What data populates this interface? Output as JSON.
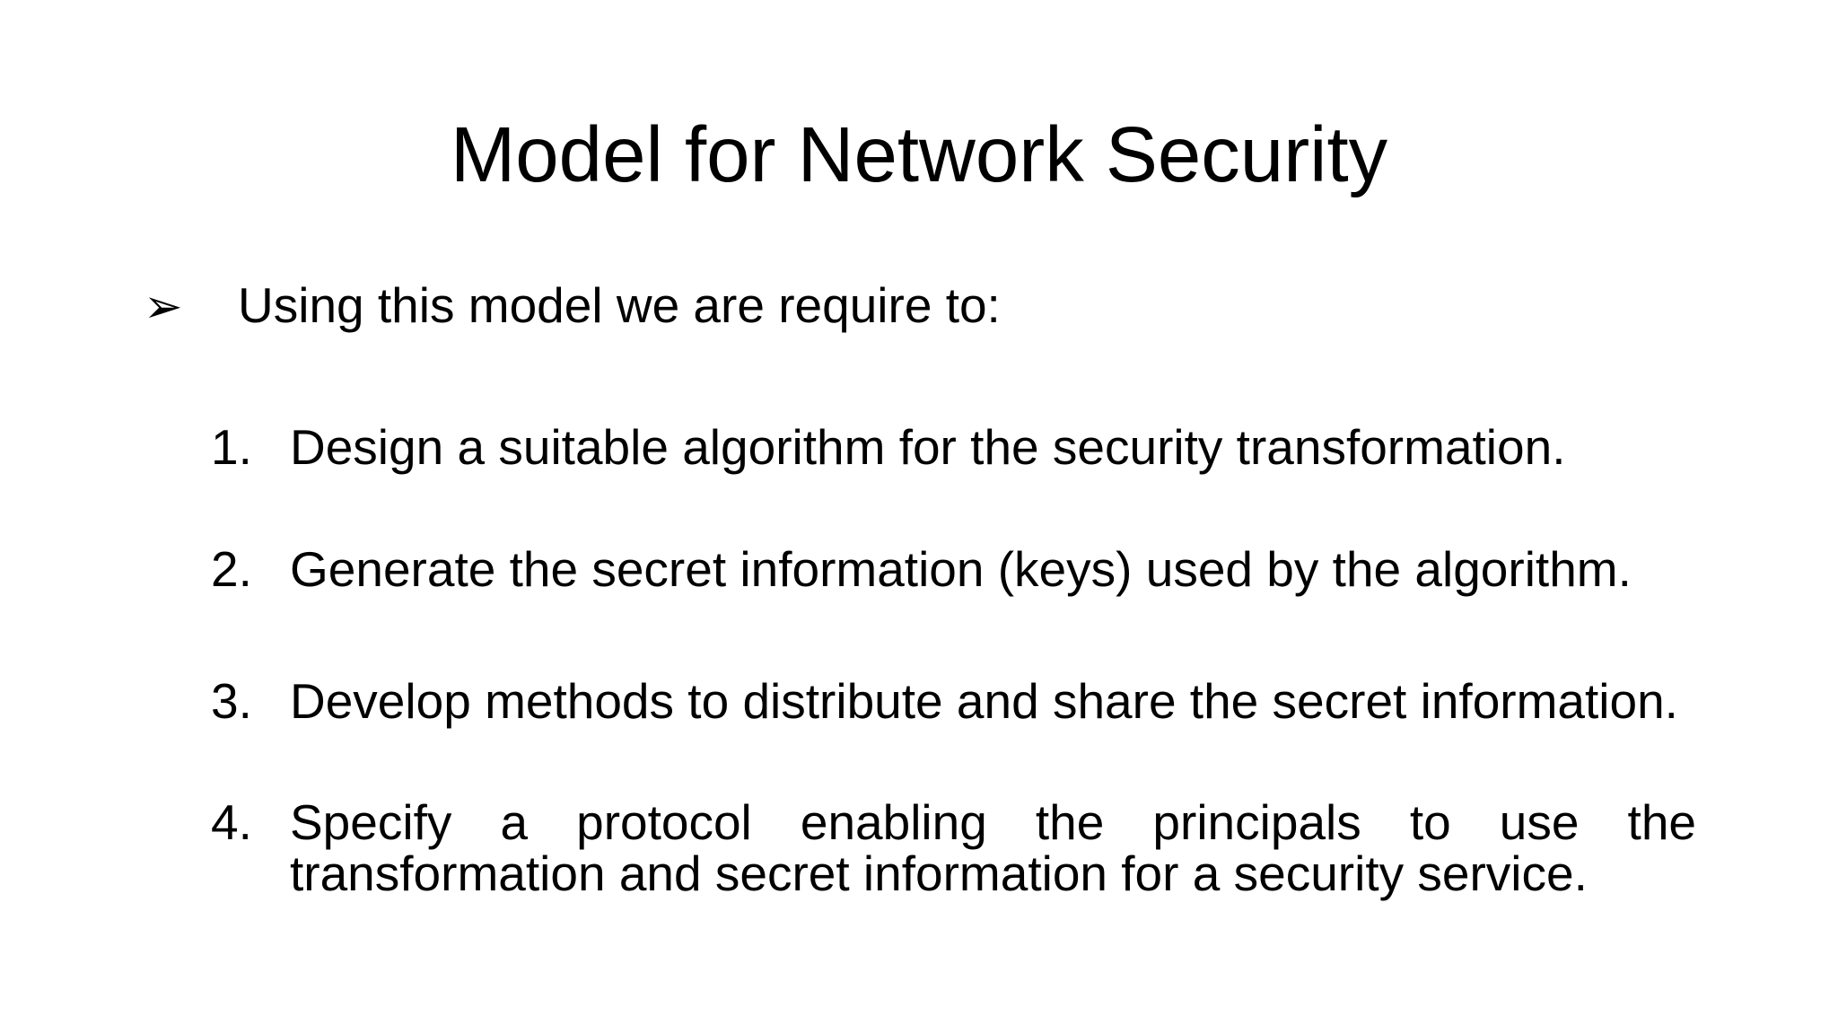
{
  "theme": {
    "background_color": "#ffffff",
    "text_color": "#000000"
  },
  "slide": {
    "title": "Model for Network Security",
    "bullet": {
      "marker": "➢",
      "text": "Using this model we are require to:"
    },
    "tasks": [
      {
        "number": "1.",
        "lines": [
          "Design a suitable algorithm for the security transformation."
        ]
      },
      {
        "number": "2.",
        "lines": [
          "Generate the secret information (keys) used by the algorithm."
        ]
      },
      {
        "number": "3.",
        "lines": [
          "Develop methods to distribute and share the secret information."
        ]
      },
      {
        "number": "4.",
        "lines": [
          "Specify a protocol enabling the principals to use the",
          "transformation and secret information for a security service."
        ]
      }
    ]
  }
}
